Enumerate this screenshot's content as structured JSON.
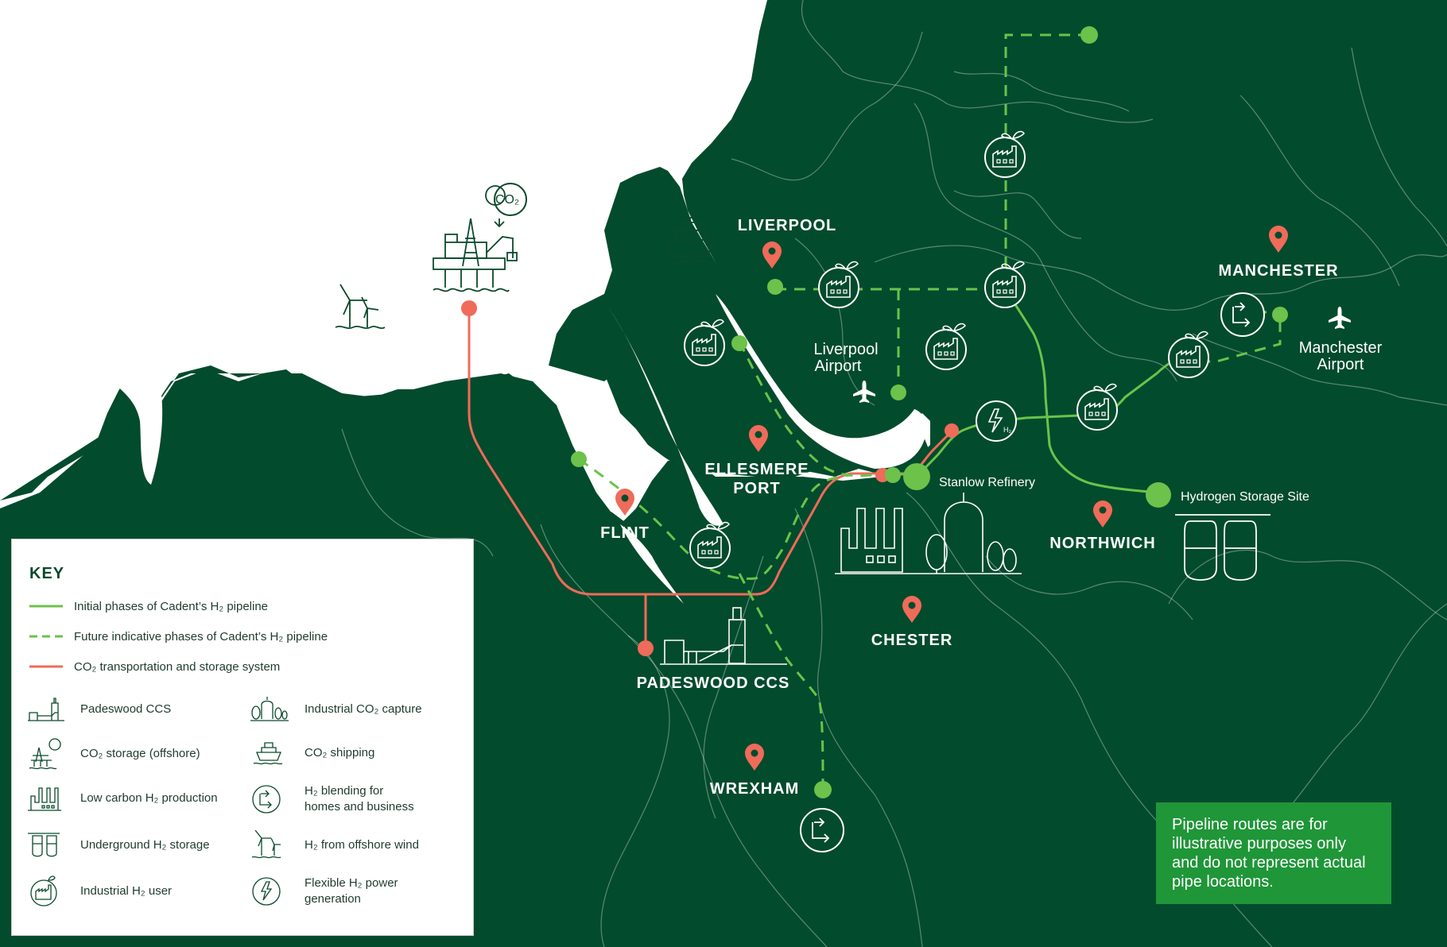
{
  "places": {
    "liverpool": "LIVERPOOL",
    "manchester": "MANCHESTER",
    "ellesmere_port_line1": "ELLESMERE",
    "ellesmere_port_line2": "PORT",
    "flint": "FLINT",
    "northwich": "NORTHWICH",
    "chester": "CHESTER",
    "padeswood": "PADESWOOD CCS",
    "wrexham": "WREXHAM"
  },
  "sites": {
    "liverpool_airport_line1": "Liverpool",
    "liverpool_airport_line2": "Airport",
    "manchester_airport_line1": "Manchester",
    "manchester_airport_line2": "Airport",
    "stanlow": "Stanlow Refinery",
    "hydrogen_storage": "Hydrogen Storage Site",
    "co2_cloud": "CO₂",
    "h2_badge": "H₂"
  },
  "key": {
    "title": "KEY",
    "lines": [
      {
        "label": "Initial phases of Cadent’s H₂ pipeline",
        "style": "solid",
        "color": "#6cc24a"
      },
      {
        "label": "Future indicative phases of Cadent’s H₂ pipeline",
        "style": "dashed",
        "color": "#6cc24a"
      },
      {
        "label": "CO₂ transportation and storage system",
        "style": "solid",
        "color": "#ef6b5a"
      }
    ],
    "icons_left": [
      {
        "icon": "padeswood-ccs-icon",
        "label": "Padeswood CCS"
      },
      {
        "icon": "offshore-storage-icon",
        "label": "CO₂ storage (offshore)"
      },
      {
        "icon": "h2-production-icon",
        "label": "Low carbon H₂ production"
      },
      {
        "icon": "underground-storage-icon",
        "label": "Underground H₂ storage"
      },
      {
        "icon": "industrial-user-icon",
        "label": "Industrial H₂ user"
      }
    ],
    "icons_right": [
      {
        "icon": "industrial-capture-icon",
        "label": "Industrial CO₂ capture"
      },
      {
        "icon": "shipping-icon",
        "label": "CO₂ shipping"
      },
      {
        "icon": "blending-icon",
        "label_line1": "H₂ blending for",
        "label_line2": "homes and business"
      },
      {
        "icon": "offshore-wind-icon",
        "label": "H₂ from offshore wind"
      },
      {
        "icon": "power-generation-icon",
        "label_line1": "Flexible H₂ power",
        "label_line2": "generation"
      }
    ]
  },
  "note": "Pipeline routes are for illustrative purposes only and do not represent actual pipe locations.",
  "colors": {
    "land": "#034b2d",
    "sea": "#ffffff",
    "green_pipe": "#6cc24a",
    "co2_pipe": "#ef6b5a",
    "pin": "#ef6b5a",
    "note_bg": "#1f9638"
  }
}
